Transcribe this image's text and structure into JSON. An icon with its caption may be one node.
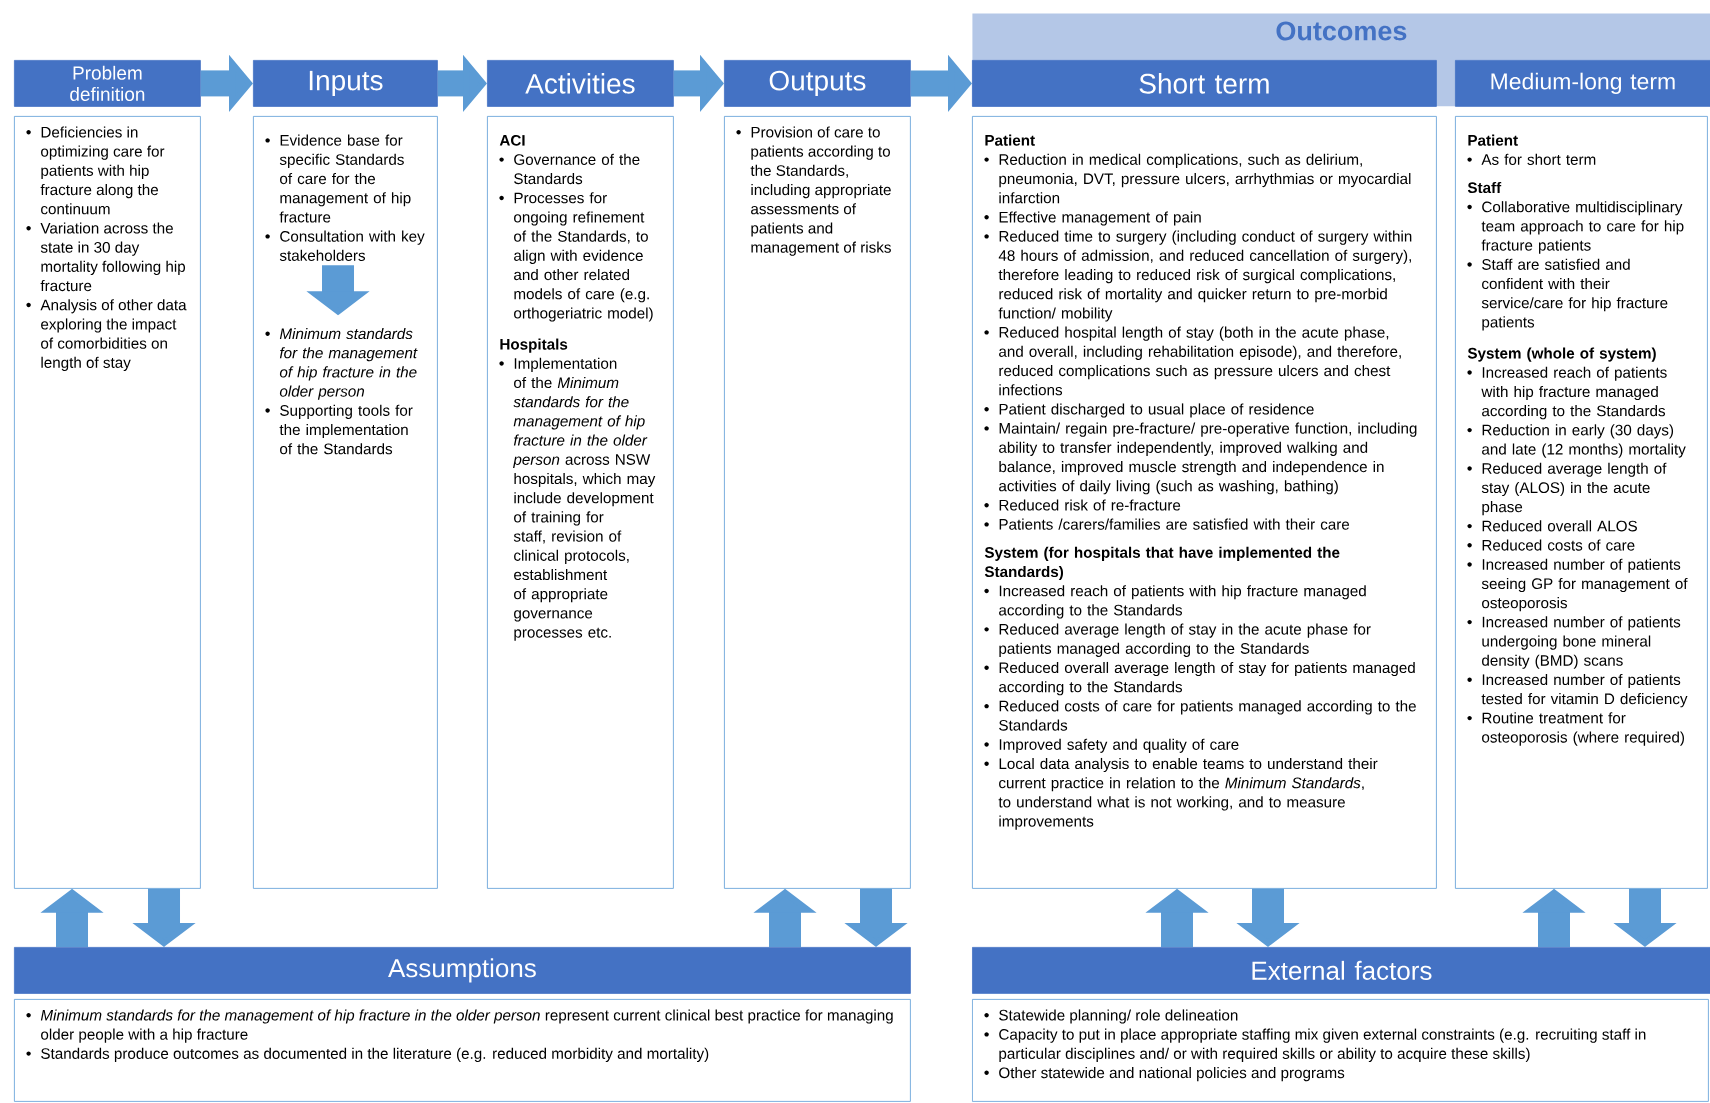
{
  "diagram": {
    "nodes": [
      {
        "text": [
          "Problem definition"
        ]
      },
      {
        "text": [
          "Deficiencies in optimizing care for patients with hip fracture along the continuum",
          "Variation across the state in 30 day mortality following hip fracture",
          "Analysis of other data exploring the impact of comorbidities on length of stay"
        ]
      },
      {
        "text": [
          "Inputs"
        ]
      },
      {
        "text": [],
        "shape": "box"
      },
      {
        "text": [
          "Evidence base for specific Standards of care for the management of hip fracture",
          "Consultation with key stakeholders"
        ],
        "in": 3
      },
      {
        "text": [
          "Minimum standards for the management of hip fracture in the older person",
          "Supporting tools for the implementation of the Standards"
        ],
        "in": 3
      },
      {
        "text": [
          "Activities"
        ]
      },
      {
        "text": [],
        "shape": "box"
      },
      {
        "text": [
          "ACI",
          "Governance of the Standards",
          "Processes for ongoing refinement of the Standards, to align with evidence and other related models of care (e.g. orthogeriatric model)"
        ],
        "in": 7
      },
      {
        "text": [
          "Hospitals",
          "Implementation of the *Minimum standards for the management of hip fracture in the older person* across NSW hospitals, which may include development of training for staff, revision of clinical protocols, establishment of appropriate governance processes etc."
        ],
        "in": 7
      },
      {
        "text": [
          "Outputs"
        ]
      },
      {
        "text": [
          "Provision of care to patients according to the Standards, including appropriate assessments of patients and management of risks"
        ]
      },
      {
        "text": [
          "Outcomes"
        ]
      },
      {
        "text": [
          "Short term"
        ],
        "in": 12
      },
      {
        "text": [
          "Medium-long term"
        ],
        "in": 12
      },
      {
        "text": [],
        "shape": "box"
      },
      {
        "text": [
          "Patient",
          "Reduction in medical complications, such as delirium, pneumonia, DVT, pressure ulcers, arrhythmias or myocardial infarction",
          "Effective management of pain",
          "Reduced time to surgery (including conduct of surgery within 48 hours of admission, and reduced cancellation of surgery), therefore leading to reduced risk of surgical complications, reduced risk of mortality and quicker return to pre-morbid function/ mobility",
          "Reduced hospital length of stay (both in the acute phase, and overall, including rehabilitation episode), and therefore, reduced complications such as pressure ulcers and chest infections",
          "Patient discharged to usual place of residence",
          "Maintain/ regain pre-fracture/ pre-operative function, including ability to transfer independently, improved walking and balance, improved muscle strength and independence in activities of daily living (such as washing, bathing)",
          "Reduced risk of re-fracture",
          "Patients /carers/families are satisfied with their care"
        ],
        "in": 15
      },
      {
        "text": [
          "System (for hospitals that have implemented the Standards)",
          "Increased reach of patients with hip fracture managed according to the Standards",
          "Reduced average length of stay in the acute phase for patients managed according to the Standards",
          "Reduced overall average length of stay for patients managed according to the Standards",
          "Reduced costs of care for patients managed according to the Standards",
          "Improved safety and quality of care",
          "Local data analysis to enable teams to understand their current practice in relation to the *Minimum Standards*, to understand what is not working, and to measure improvements"
        ],
        "in": 15
      },
      {
        "text": [],
        "shape": "box"
      },
      {
        "text": [
          "Patient",
          "As for short term"
        ],
        "in": 18
      },
      {
        "text": [
          "Staff",
          "Collaborative multidisciplinary team approach to care for hip fracture patients",
          "Staff are satisfied and confident with their service/care for hip fracture patients"
        ],
        "in": 18
      },
      {
        "text": [
          "System (whole of system)",
          "Increased reach of patients with hip fracture managed according to the Standards",
          "Reduction in early (30 days) and late (12 months) mortality",
          "Reduced average length of stay (ALOS) in the acute phase",
          "Reduced overall ALOS",
          "Reduced costs of care",
          "Increased number of patients seeing GP for management of osteoporosis",
          "Increased number of patients undergoing bone mineral density (BMD) scans",
          "Increased number of patients tested for vitamin D deficiency",
          "Routine treatment for osteoporosis (where required)"
        ],
        "in": 18
      },
      {
        "text": [
          "Assumptions"
        ]
      },
      {
        "text": [
          "*Minimum standards for the management of hip fracture in the older person* represent current clinical best practice for managing older people with a hip fracture",
          "Standards produce outcomes as documented in the literature (e.g. reduced morbidity and mortality)"
        ]
      },
      {
        "text": [
          "External factors"
        ]
      },
      {
        "text": [
          "Statewide planning/ role delineation",
          "Capacity to put in place appropriate staffing mix given external constraints (e.g. recruiting staff in particular disciplines and/ or with required skills or ability to acquire these skills)",
          "Other statewide and national policies and programs"
        ]
      }
    ],
    "edges": [
      {
        "from": 0,
        "to": 2,
        "arrow": "to"
      },
      {
        "from": 2,
        "to": 6,
        "arrow": "to"
      },
      {
        "from": 6,
        "to": 10,
        "arrow": "to"
      },
      {
        "from": 10,
        "to": 13,
        "arrow": "to"
      },
      {
        "from": 4,
        "to": 5,
        "arrow": "to"
      },
      {
        "from": 22,
        "to": 1,
        "arrow": "to"
      },
      {
        "from": 1,
        "to": 22,
        "arrow": "to"
      },
      {
        "from": 22,
        "to": 11,
        "arrow": "to"
      },
      {
        "from": 11,
        "to": 22,
        "arrow": "to"
      },
      {
        "from": 24,
        "to": 15,
        "arrow": "to"
      },
      {
        "from": 15,
        "to": 24,
        "arrow": "to"
      },
      {
        "from": 24,
        "to": 18,
        "arrow": "to"
      },
      {
        "from": 18,
        "to": 24,
        "arrow": "to"
      }
    ]
  }
}
